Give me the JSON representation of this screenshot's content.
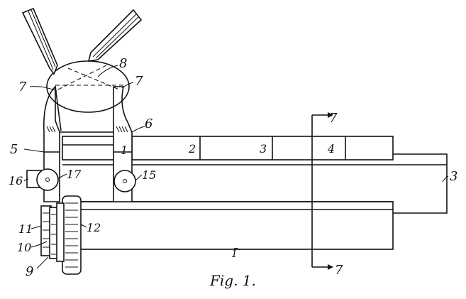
{
  "figure": {
    "caption": "Fig. 1.",
    "scale_labels": [
      "1",
      "2",
      "3",
      "4"
    ],
    "reference_numerals": {
      "n1_bar": "1",
      "n3_right": "3",
      "n5": "5",
      "n6": "6",
      "n7_left": "7",
      "n7_right": "7",
      "n7_section_top": "7",
      "n7_section_bottom": "7",
      "n8": "8",
      "n9": "9",
      "n10": "10",
      "n11": "11",
      "n12": "12",
      "n15": "15",
      "n16": "16",
      "n17": "17"
    }
  }
}
